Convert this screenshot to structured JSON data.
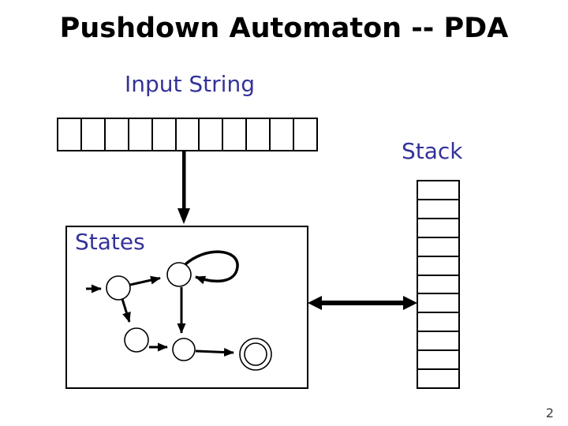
{
  "slide": {
    "title": "Pushdown Automaton -- PDA",
    "page_number": "2",
    "accent_color": "#333399",
    "line_color": "#000000",
    "background_color": "#ffffff"
  },
  "input_tape": {
    "label": "Input String",
    "cell_count": 11,
    "cells": [
      "",
      "",
      "",
      "",
      "",
      "",
      "",
      "",
      "",
      "",
      ""
    ]
  },
  "stack": {
    "label": "Stack",
    "cell_count": 11,
    "cells": [
      "",
      "",
      "",
      "",
      "",
      "",
      "",
      "",
      "",
      "",
      ""
    ]
  },
  "states": {
    "label": "States",
    "state_count": 5,
    "has_start_arrow": true,
    "has_self_loop": true,
    "has_final_double_circle": true
  }
}
